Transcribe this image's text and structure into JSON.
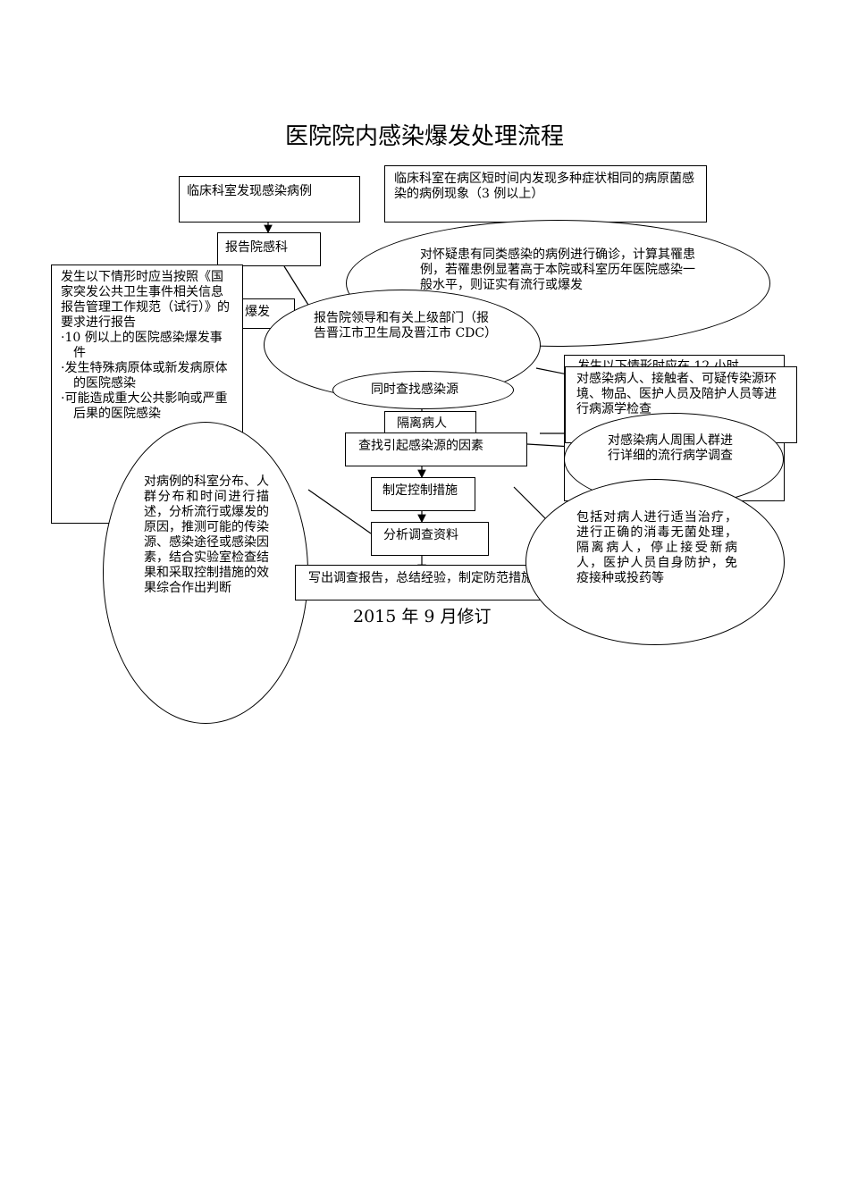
{
  "title": "医院院内感染爆发处理流程",
  "footer": "2015 年 9 月修订",
  "nodes": {
    "discover": "临床科室发现感染病例",
    "phenomenon": "临床科室在病区短时间内发现多种症状相同的病原菌感染的病例现象（3 例以上）",
    "report_dept": "报告院感科",
    "confirm": "对怀疑患有同类感染的病例进行确诊，计算其罹患例，若罹患例显著高于本院或科室历年医院感染一般水平，则证实有流行或爆发",
    "outbreak_partial": "爆发",
    "conditions_intro": "发生以下情形时应当按照《国家突发公共卫生事件相关信息报告管理工作规范（试行）》的要求进行报告",
    "conditions": [
      "·10 例以上的医院感染爆发事件",
      "·发生特殊病原体或新发病原体的医院感染",
      "·可能造成重大公共影响或严重后果的医院感染"
    ],
    "report_leaders": "报告院领导和有关上级部门（报告晋江市卫生局及晋江市 CDC）",
    "hidden_12h": "发生以下情形时应在 12 小时",
    "find_source": "同时查找感染源",
    "epi_check": "对感染病人、接触者、可疑传染源环境、物品、医护人员及陪护人员等进行病源学检查",
    "isolate": "隔离病人",
    "find_factors": "查找引起感染源的因素",
    "surrounding": "对感染病人周围人群进行详细的流行病学调查",
    "control": "制定控制措施",
    "measures": "包括对病人进行适当治疗，进行正确的消毒无菌处理，隔离病人，停止接受新病人，医护人员自身防护，免疫接种或投药等",
    "analyze": "分析调查资料",
    "analysis_desc": "对病例的科室分布、人群分布和时间进行描述，分析流行或爆发的原因，推测可能的传染源、感染途径或感染因素，结合实验室检查结果和采取控制措施的效果综合作出判断",
    "report_final": "写出调查报告，总结经验，制定防范措施"
  }
}
